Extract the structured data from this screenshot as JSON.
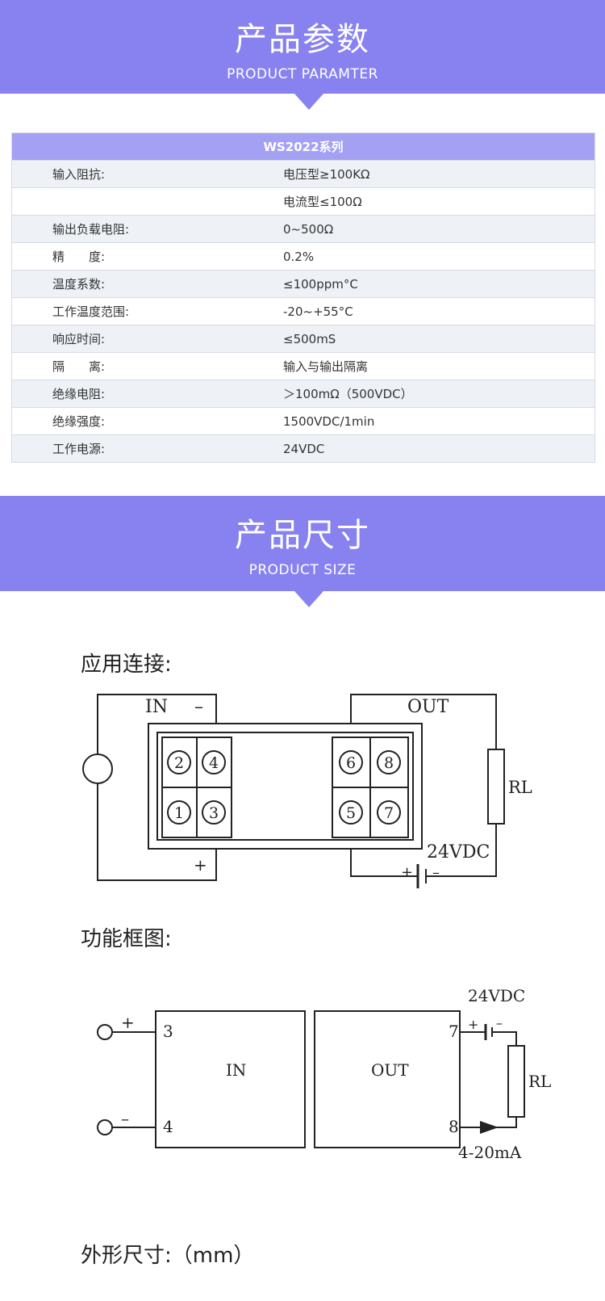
{
  "banner1": {
    "title": "产品参数",
    "subtitle": "PRODUCT PARAMTER"
  },
  "table": {
    "header": "WS2022系列",
    "rows": [
      {
        "label": "输入阻抗:",
        "value": "电压型≥100KΩ"
      },
      {
        "label": "",
        "value": "电流型≤100Ω"
      },
      {
        "label": "输出负载电阻:",
        "value": "0~500Ω"
      },
      {
        "label": "精　　度:",
        "value": "0.2%"
      },
      {
        "label": "温度系数:",
        "value": "≤100ppm°C"
      },
      {
        "label": "工作温度范围:",
        "value": "-20~+55°C"
      },
      {
        "label": "响应时间:",
        "value": "≤500mS"
      },
      {
        "label": "隔　　离:",
        "value": "输入与输出隔离"
      },
      {
        "label": "绝缘电阻:",
        "value": "＞100mΩ（500VDC）"
      },
      {
        "label": "绝缘强度:",
        "value": "1500VDC/1min"
      },
      {
        "label": "工作电源:",
        "value": "24VDC"
      }
    ]
  },
  "banner2": {
    "title": "产品尺寸",
    "subtitle": "PRODUCT SIZE"
  },
  "headings": {
    "connection": "应用连接:",
    "function": "功能框图:",
    "dimension": "外形尺寸:（mm）"
  },
  "connection_diagram": {
    "in_label": "IN",
    "in_minus": "–",
    "in_plus": "+",
    "out_label": "OUT",
    "rl": "RL",
    "power": "24VDC",
    "batt_plus": "+",
    "batt_minus": "–",
    "terminals": {
      "t1": "1",
      "t2": "2",
      "t3": "3",
      "t4": "4",
      "t5": "5",
      "t6": "6",
      "t7": "7",
      "t8": "8"
    }
  },
  "function_diagram": {
    "in_box": "IN",
    "out_box": "OUT",
    "pin3": "3",
    "pin4": "4",
    "pin7": "7",
    "pin8": "8",
    "plus": "+",
    "minus": "–",
    "power": "24VDC",
    "batt_plus": "+",
    "batt_minus": "–",
    "rl": "RL",
    "current": "4-20mA"
  }
}
